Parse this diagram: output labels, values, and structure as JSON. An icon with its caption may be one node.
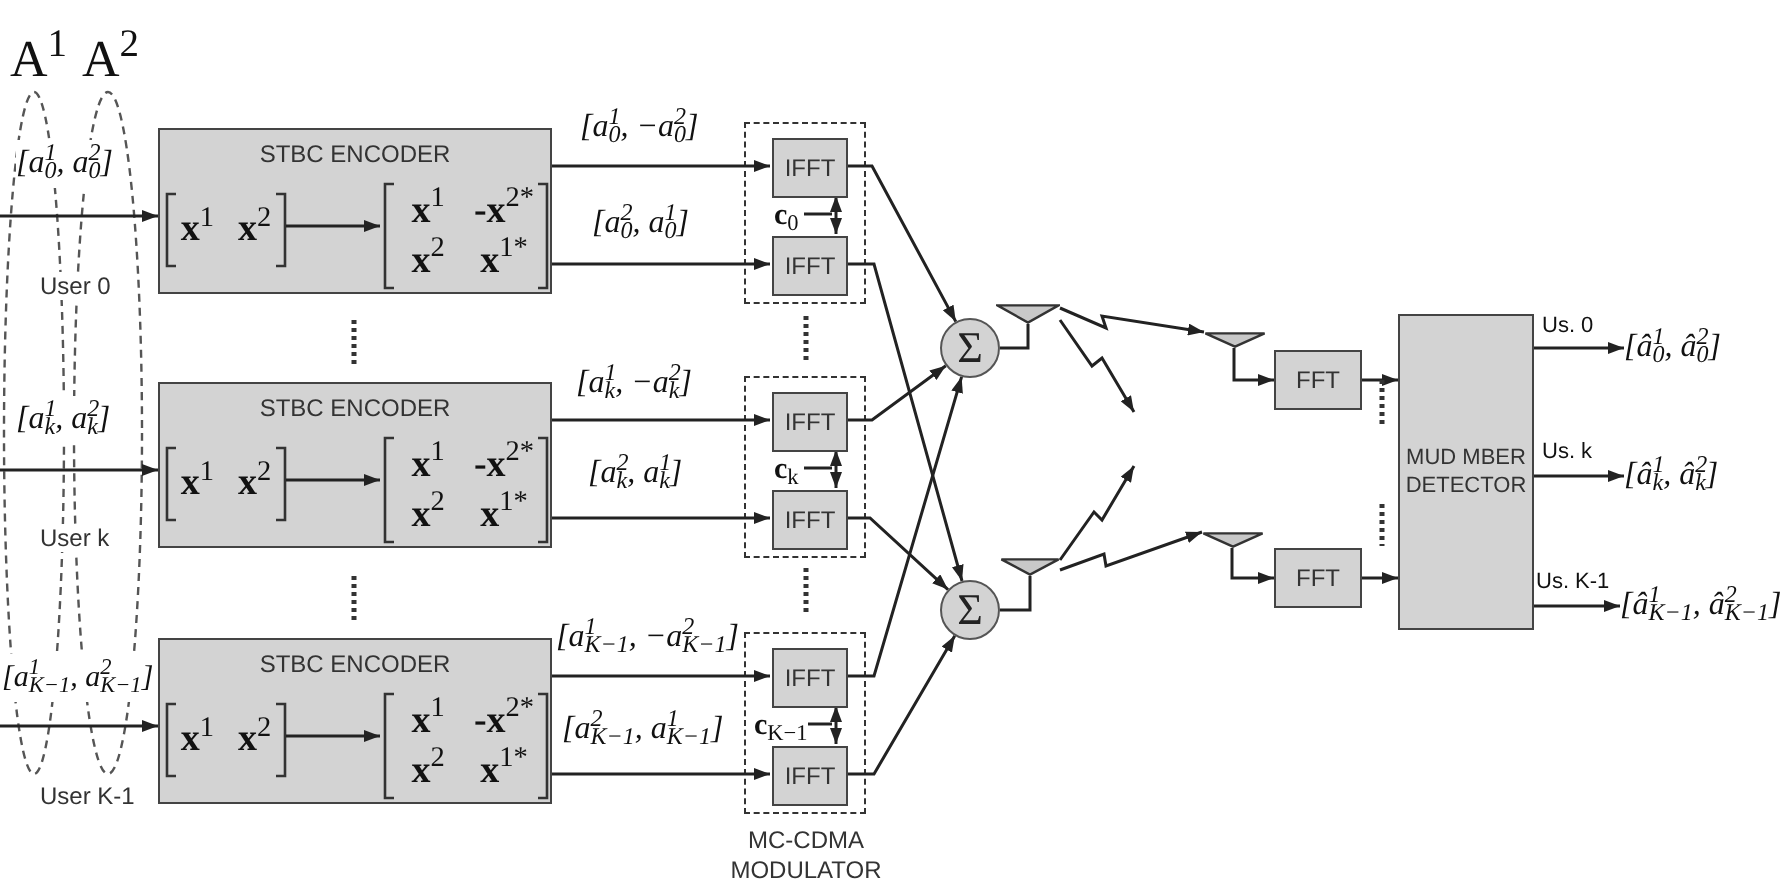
{
  "diagram": {
    "nodes": [
      {
        "text": [
          "STBC ENCODER"
        ]
      },
      {
        "text": [
          "**x**$^{1}$",
          "**x**$^{2}$"
        ],
        "in": 0
      },
      {
        "text": [
          "**x**$^{1}$",
          "**-x**$^{2*}$",
          "**x**$^{2}$",
          "**x**$^{1*}$"
        ],
        "in": 0
      },
      {
        "text": [
          "STBC ENCODER"
        ]
      },
      {
        "text": [
          "**x**$^{1}$",
          "**x**$^{2}$"
        ],
        "in": 3
      },
      {
        "text": [
          "**x**$^{1}$",
          "**-x**$^{2*}$",
          "**x**$^{2}$",
          "**x**$^{1*}$"
        ],
        "in": 3
      },
      {
        "text": [
          "STBC ENCODER"
        ]
      },
      {
        "text": [
          "**x**$^{1}$",
          "**x**$^{2}$"
        ],
        "in": 6
      },
      {
        "text": [
          "**x**$^{1}$",
          "**-x**$^{2*}$",
          "**x**$^{2}$",
          "**x**$^{1*}$"
        ],
        "in": 6
      },
      {
        "text": [],
        "shape": "box"
      },
      {
        "text": [
          "IFFT"
        ],
        "in": 9
      },
      {
        "text": [
          "**c**$_{0}$"
        ],
        "in": 9
      },
      {
        "text": [
          "IFFT"
        ],
        "in": 9
      },
      {
        "text": [],
        "shape": "box"
      },
      {
        "text": [
          "IFFT"
        ],
        "in": 13
      },
      {
        "text": [
          "**c**$_{k}$"
        ],
        "in": 13
      },
      {
        "text": [
          "IFFT"
        ],
        "in": 13
      },
      {
        "text": [],
        "shape": "box",
        "beside": [
          "MC-CDMA MODULATOR"
        ]
      },
      {
        "text": [
          "IFFT"
        ],
        "in": 17
      },
      {
        "text": [
          "**c**$_{K−1}$"
        ],
        "in": 17
      },
      {
        "text": [
          "IFFT"
        ],
        "in": 17
      },
      {
        "text": [
          "Σ"
        ]
      },
      {
        "text": [
          "Σ"
        ]
      },
      {
        "text": [],
        "shape": "antenna"
      },
      {
        "text": [],
        "shape": "antenna"
      },
      {
        "text": [],
        "shape": "antenna"
      },
      {
        "text": [],
        "shape": "antenna"
      },
      {
        "text": [
          "FFT"
        ]
      },
      {
        "text": [
          "FFT"
        ]
      },
      {
        "text": [
          "MUD MBER DETECTOR"
        ]
      },
      {
        "text": [
          "[â$^{1}$$_{0}$, â$^{2}$$_{0}$]"
        ]
      },
      {
        "text": [
          "[â$^{1}$$_{k}$, â$^{2}$$_{k}$]"
        ]
      },
      {
        "text": [
          "[â$^{1}$$_{K−1}$, â$^{2}$$_{K−1}$]"
        ]
      }
    ],
    "edges": [
      {
        "from": null,
        "to": 0,
        "arrow": "to",
        "label": "[a$^{1}$$_{0}$, a$^{2}$$_{0}$]"
      },
      {
        "from": null,
        "to": 3,
        "arrow": "to",
        "label": "[a$^{1}$$_{k}$, a$^{2}$$_{k}$]"
      },
      {
        "from": null,
        "to": 6,
        "arrow": "to",
        "label": "[a$^{1}$$_{K−1}$, a$^{2}$$_{K−1}$]"
      },
      {
        "from": 1,
        "to": 2,
        "arrow": "to"
      },
      {
        "from": 4,
        "to": 5,
        "arrow": "to"
      },
      {
        "from": 7,
        "to": 8,
        "arrow": "to"
      },
      {
        "from": 0,
        "to": 10,
        "arrow": "to",
        "label": "[a$^{1}$$_{0}$, −a$^{2}$$_{0}$]"
      },
      {
        "from": 0,
        "to": 12,
        "arrow": "to",
        "label": "[a$^{2}$$_{0}$, a$^{1}$$_{0}$]"
      },
      {
        "from": 3,
        "to": 14,
        "arrow": "to",
        "label": "[a$^{1}$$_{k}$, −a$^{2}$$_{k}$]"
      },
      {
        "from": 3,
        "to": 16,
        "arrow": "to",
        "label": "[a$^{2}$$_{k}$, a$^{1}$$_{k}$]"
      },
      {
        "from": 6,
        "to": 18,
        "arrow": "to",
        "label": "[a$^{1}$$_{K−1}$, −a$^{2}$$_{K−1}$]"
      },
      {
        "from": 6,
        "to": 20,
        "arrow": "to",
        "label": "[a$^{2}$$_{K−1}$, a$^{1}$$_{K−1}$]"
      },
      {
        "from": 10,
        "to": 12,
        "arrow": "both"
      },
      {
        "from": 11,
        "to": null,
        "arrow": "none"
      },
      {
        "from": 14,
        "to": 16,
        "arrow": "both"
      },
      {
        "from": 15,
        "to": null,
        "arrow": "none"
      },
      {
        "from": 18,
        "to": 20,
        "arrow": "both"
      },
      {
        "from": 19,
        "to": null,
        "arrow": "none"
      },
      {
        "from": 10,
        "to": 21,
        "arrow": "to"
      },
      {
        "from": 12,
        "to": 22,
        "arrow": "to"
      },
      {
        "from": 14,
        "to": 21,
        "arrow": "to"
      },
      {
        "from": 16,
        "to": 22,
        "arrow": "to"
      },
      {
        "from": 18,
        "to": 21,
        "arrow": "to"
      },
      {
        "from": 20,
        "to": 22,
        "arrow": "to"
      },
      {
        "from": 21,
        "to": 23,
        "arrow": "none"
      },
      {
        "from": 22,
        "to": 24,
        "arrow": "none"
      },
      {
        "from": 23,
        "to": 25,
        "arrow": "to"
      },
      {
        "from": 23,
        "to": null,
        "arrow": "to"
      },
      {
        "from": 24,
        "to": null,
        "arrow": "to"
      },
      {
        "from": 24,
        "to": 26,
        "arrow": "to"
      },
      {
        "from": 25,
        "to": 27,
        "arrow": "to"
      },
      {
        "from": 26,
        "to": 28,
        "arrow": "to"
      },
      {
        "from": 27,
        "to": 29,
        "arrow": "to"
      },
      {
        "from": 28,
        "to": 29,
        "arrow": "to"
      },
      {
        "from": 29,
        "to": 30,
        "arrow": "to",
        "label": "Us. 0"
      },
      {
        "from": 29,
        "to": 31,
        "arrow": "to",
        "label": "Us. k"
      },
      {
        "from": 29,
        "to": 32,
        "arrow": "to",
        "label": "Us. K-1"
      }
    ],
    "labels": [
      "A$^{1}$",
      "A$^{2}$",
      "User 0",
      "User k",
      "User K-1"
    ]
  }
}
